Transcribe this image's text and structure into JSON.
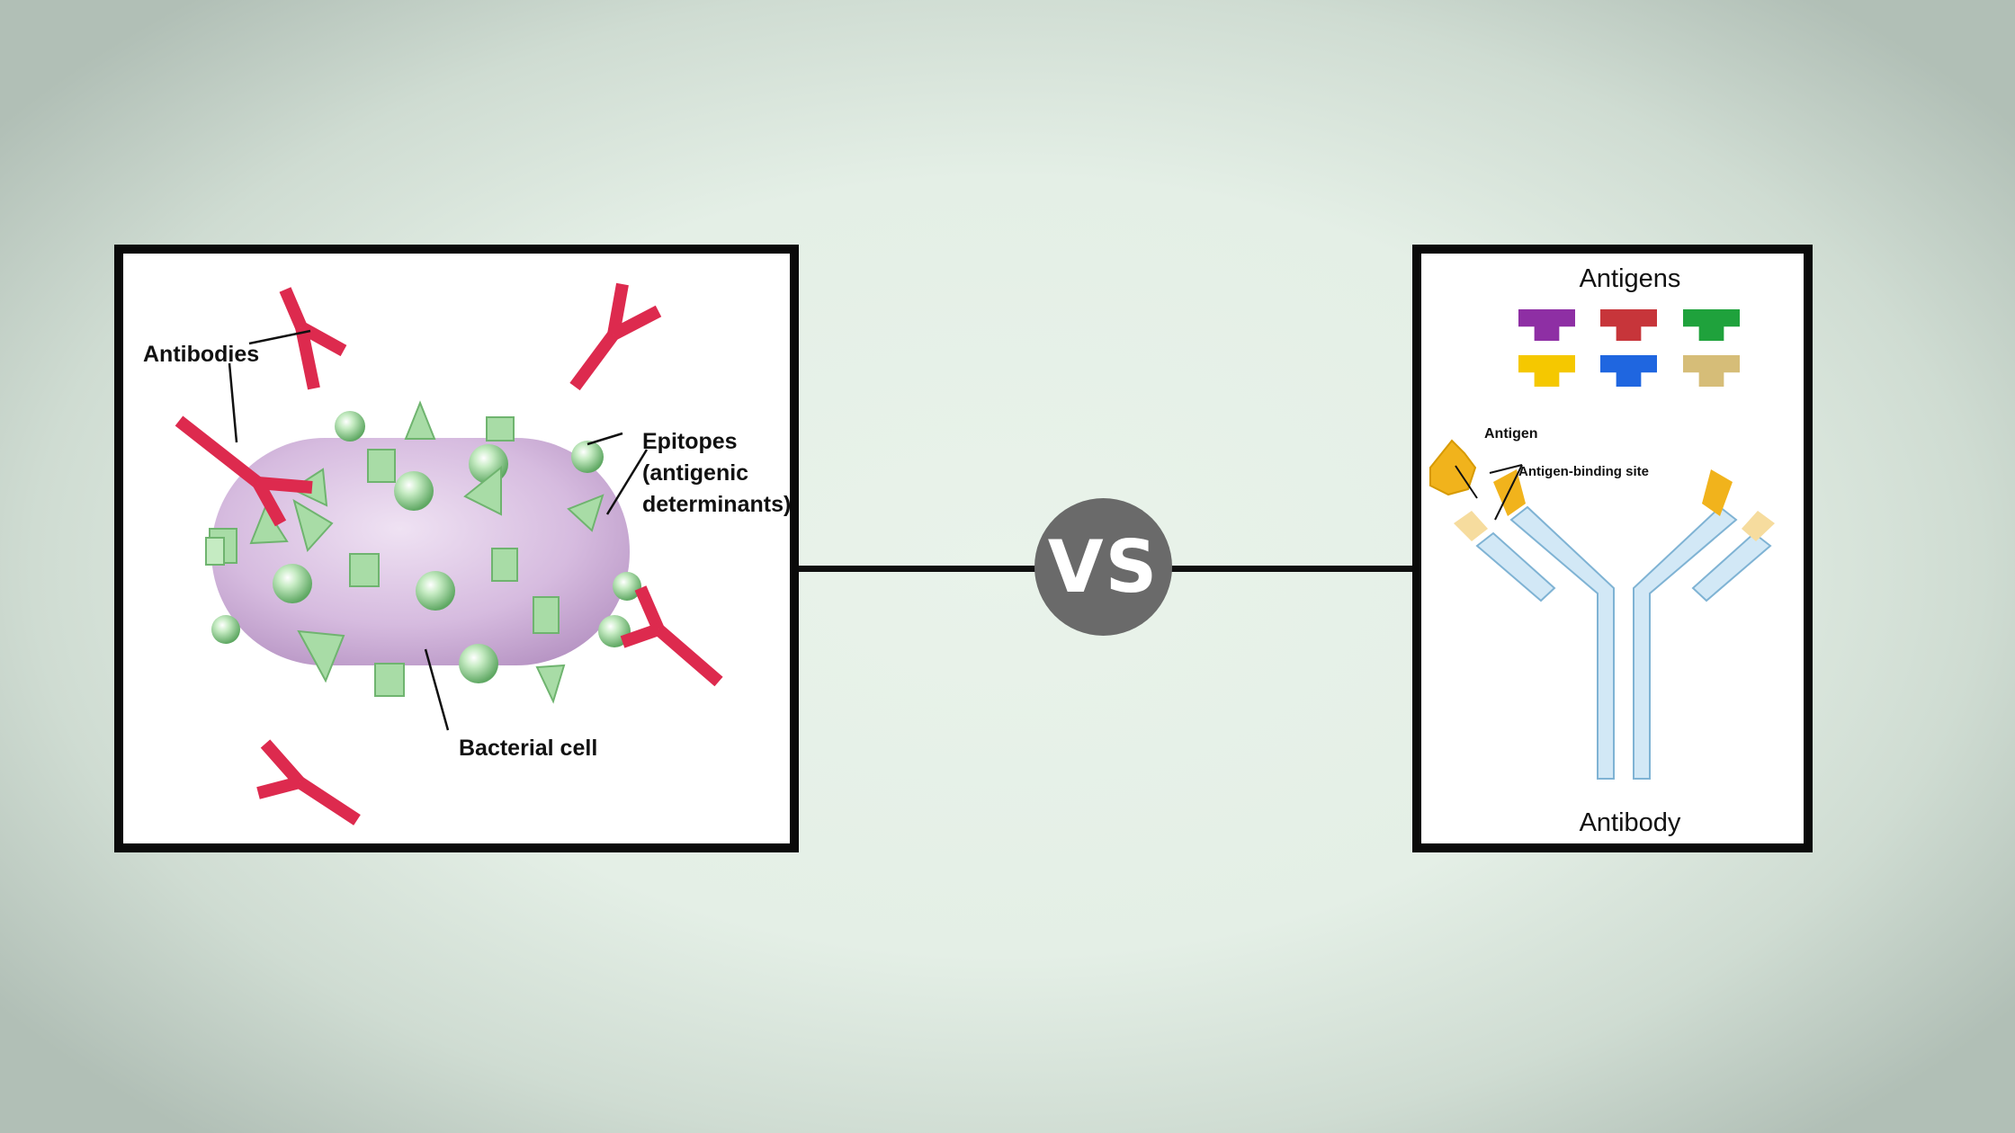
{
  "left_figure": {
    "antibodies_label": "Antibodies",
    "epitopes_label_line1": "Epitopes",
    "epitopes_label_line2": "(antigenic",
    "epitopes_label_line3": "determinants)",
    "bacterial_cell_label": "Bacterial cell"
  },
  "vs_label": "VS",
  "right_figure": {
    "antigens_title": "Antigens",
    "antigen_label": "Antigen",
    "binding_site_label": "Antigen-binding site",
    "antibody_label": "Antibody",
    "antigen_colors": [
      "#8e2fa4",
      "#c7353a",
      "#1fa23c",
      "#f5c800",
      "#1f66e0",
      "#d6bd78"
    ]
  },
  "colors": {
    "antibody_red": "#dd2a4e",
    "cell_purple": "#d7bce0",
    "epitope_green": "#a9dca6",
    "antibody_blue": "#cfe6f5",
    "antigen_orange": "#f1b31c"
  }
}
